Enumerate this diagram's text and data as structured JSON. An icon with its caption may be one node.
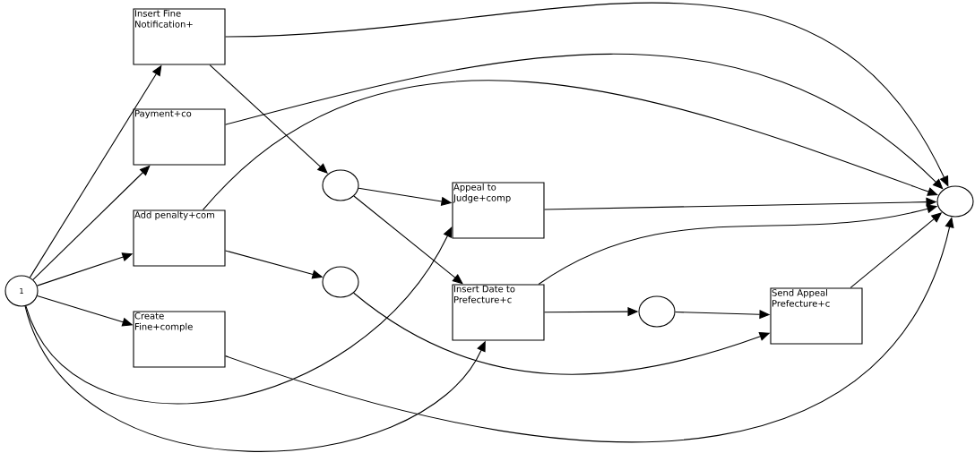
{
  "diagram": {
    "nodes": [
      {
        "text": [
          "1"
        ]
      },
      {
        "text": [
          "Insert Fine Notification+"
        ]
      },
      {
        "text": [
          "Payment+co"
        ]
      },
      {
        "text": [
          "Add penalty+com"
        ]
      },
      {
        "text": [
          "Create Fine+comple"
        ]
      },
      {
        "text": [],
        "shape": "circle"
      },
      {
        "text": [],
        "shape": "circle"
      },
      {
        "text": [
          "Appeal to Judge+comp"
        ]
      },
      {
        "text": [
          "Insert Date to Prefecture+c"
        ]
      },
      {
        "text": [],
        "shape": "circle"
      },
      {
        "text": [
          "Send Appeal Prefecture+c"
        ]
      },
      {
        "text": [],
        "shape": "circle"
      }
    ],
    "edges": [
      {
        "from": 0,
        "to": 1,
        "arrow": "to"
      },
      {
        "from": 0,
        "to": 2,
        "arrow": "to"
      },
      {
        "from": 0,
        "to": 3,
        "arrow": "to"
      },
      {
        "from": 0,
        "to": 4,
        "arrow": "to"
      },
      {
        "from": 0,
        "to": 7,
        "arrow": "to"
      },
      {
        "from": 0,
        "to": 8,
        "arrow": "to"
      },
      {
        "from": 1,
        "to": 5,
        "arrow": "to"
      },
      {
        "from": 1,
        "to": 11,
        "arrow": "to"
      },
      {
        "from": 2,
        "to": 11,
        "arrow": "to"
      },
      {
        "from": 3,
        "to": 11,
        "arrow": "to"
      },
      {
        "from": 3,
        "to": 6,
        "arrow": "to"
      },
      {
        "from": 4,
        "to": 11,
        "arrow": "to"
      },
      {
        "from": 5,
        "to": 7,
        "arrow": "to"
      },
      {
        "from": 5,
        "to": 8,
        "arrow": "to"
      },
      {
        "from": 6,
        "to": 10,
        "arrow": "to"
      },
      {
        "from": 7,
        "to": 11,
        "arrow": "to"
      },
      {
        "from": 8,
        "to": 9,
        "arrow": "to"
      },
      {
        "from": 8,
        "to": 11,
        "arrow": "to"
      },
      {
        "from": 9,
        "to": 10,
        "arrow": "to"
      },
      {
        "from": 10,
        "to": 11,
        "arrow": "to"
      }
    ]
  }
}
